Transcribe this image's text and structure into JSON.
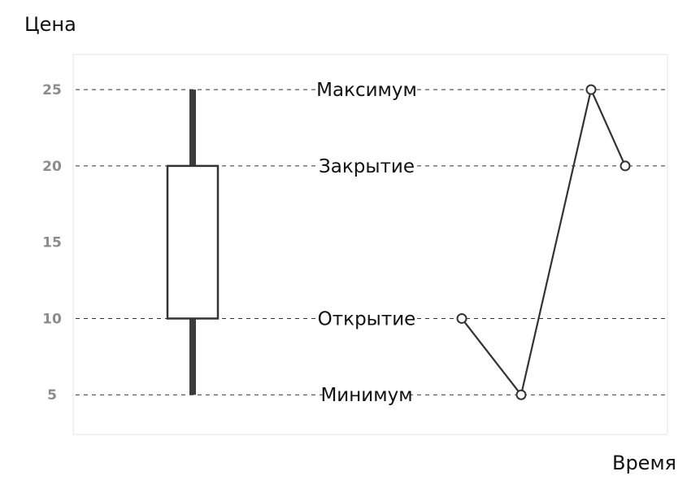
{
  "chart_data": {
    "type": "candlestick",
    "ylabel": "Цена",
    "xlabel": "Время",
    "ylim": [
      2.4,
      27.3
    ],
    "yticks": [
      5,
      10,
      15,
      20,
      25
    ],
    "grid": "dashed lines at level values",
    "candle": {
      "open": 10,
      "high": 25,
      "low": 5,
      "close": 20
    },
    "levels": [
      {
        "name": "Максимум",
        "value": 25
      },
      {
        "name": "Закрытие",
        "value": 20
      },
      {
        "name": "Открытие",
        "value": 10
      },
      {
        "name": "Минимум",
        "value": 5
      }
    ],
    "price_path": {
      "points": [
        {
          "label": "Открытие",
          "value": 10
        },
        {
          "label": "Минимум",
          "value": 5
        },
        {
          "label": "Максимум",
          "value": 25
        },
        {
          "label": "Закрытие",
          "value": 20
        }
      ]
    },
    "colors": {
      "line": "#333333",
      "tick_text": "#8c8c8c",
      "frame": "#e6e6e6"
    }
  }
}
